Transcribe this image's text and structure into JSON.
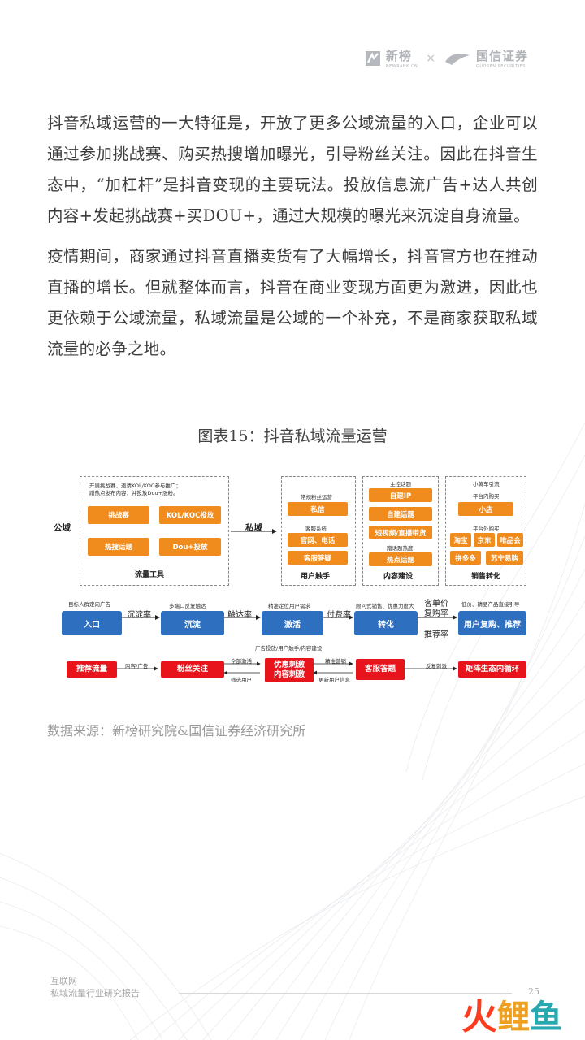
{
  "header": {
    "logo1": {
      "icon": "xinbang-logo-icon",
      "name": "新榜",
      "sub": "NEWRANK.CN"
    },
    "separator": "×",
    "logo2": {
      "icon": "guosen-logo-icon",
      "name": "国信证券",
      "sub": "GUOSEN SECURITIES"
    }
  },
  "body": {
    "paragraphs": [
      "抖音私域运营的一大特征是，开放了更多公域流量的入口，企业可以通过参加挑战赛、购买热搜增加曝光，引导粉丝关注。因此在抖音生态中，“加杠杆”是抖音变现的主要玩法。投放信息流广告+达人共创内容+发起挑战赛+买DOU+，通过大规模的曝光来沉淀自身流量。",
      "疫情期间，商家通过抖音直播卖货有了大幅增长，抖音官方也在推动直播的增长。但就整体而言，抖音在商业变现方面更为激进，因此也更依赖于公域流量，私域流量是公域的一个补充，不是商家获取私域流量的必争之地。"
    ]
  },
  "figure": {
    "caption": "图表15：抖音私域流量运营",
    "public": {
      "label": "公域",
      "note1": "开展挑战赛，邀请KOL/KOC参与推广；",
      "note2": "蹭热点发布内容，并投放Dou+涨粉。",
      "buttons": [
        "挑战赛",
        "KOL/KOC投放",
        "热搜话题",
        "Dou+投放"
      ],
      "title": "流量工具"
    },
    "private_label": "私域",
    "touch": {
      "note1": "常规粉丝运营",
      "btn1": "私信",
      "note2": "客服系统",
      "btn2": "官网、电话",
      "btn3": "客服答疑",
      "title": "用户触手"
    },
    "content": {
      "note1": "主控话题",
      "btn1": "自建IP",
      "btn2": "自建话题",
      "btn3": "短视频/直播带货",
      "note2": "蹭话题热度",
      "btn4": "热点话题",
      "title": "内容建设"
    },
    "sales": {
      "note1": "小黄车引流",
      "note2": "平台内购买",
      "btn1": "小店",
      "note3": "平台外购买",
      "btn2": "淘宝",
      "btn3": "京东",
      "btn4": "唯品会",
      "btn5": "拼多多",
      "btn6": "苏宁易购",
      "title": "销售转化"
    },
    "flow": {
      "notes": [
        "目标人群定向广告",
        "多端口反复触达",
        "精准定位用户需求",
        "顾问式销售、优惠力度大",
        "低价、精品产品直接引导"
      ],
      "boxes": [
        "入口",
        "沉淀",
        "激活",
        "转化",
        "用户复购、推荐"
      ],
      "rates": [
        "沉淀率",
        "触达率",
        "付费率",
        "客单价",
        "复购率",
        "推荐率"
      ]
    },
    "bottom": {
      "boxes": [
        "推荐流量",
        "粉丝关注",
        "优惠刺激\n内容刺激",
        "客服答题",
        "矩阵生态内循环"
      ],
      "labels": [
        "内容/广告",
        "全部激活",
        "筛选用户",
        "广告投放/用户触手/内容建设",
        "精准营销",
        "更新用户信息",
        "反复刺激"
      ]
    }
  },
  "source": "数据来源：新榜研究院&国信证券经济研究所",
  "footer": {
    "line1": "互联网",
    "line2": "私域流量行业研究报告",
    "page": "25"
  },
  "watermark": {
    "c1": "火",
    "c2": "鲤",
    "c3": "鱼"
  }
}
